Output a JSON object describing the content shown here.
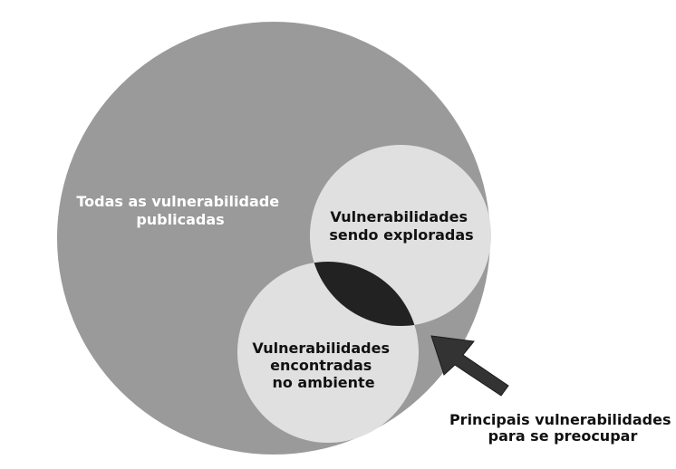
{
  "diagram": {
    "sets": {
      "all_published": {
        "lines": [
          "Todas as vulnerabilidade",
          "publicadas"
        ],
        "color": "#9a9a9a",
        "text_color": "#ffffff"
      },
      "being_exploited": {
        "lines": [
          "Vulnerabilidades",
          "sendo exploradas"
        ],
        "color": "#e0e0e0",
        "text_color": "#111111"
      },
      "found_in_environment": {
        "lines": [
          "Vulnerabilidades",
          "encontradas",
          "no ambiente"
        ],
        "color": "#e0e0e0",
        "text_color": "#111111"
      }
    },
    "intersection": {
      "color": "#222222"
    },
    "callout": {
      "lines": [
        "Principais vulnerabilidades",
        "para se preocupar"
      ],
      "arrow_color": "#333333",
      "text_color": "#111111"
    }
  }
}
